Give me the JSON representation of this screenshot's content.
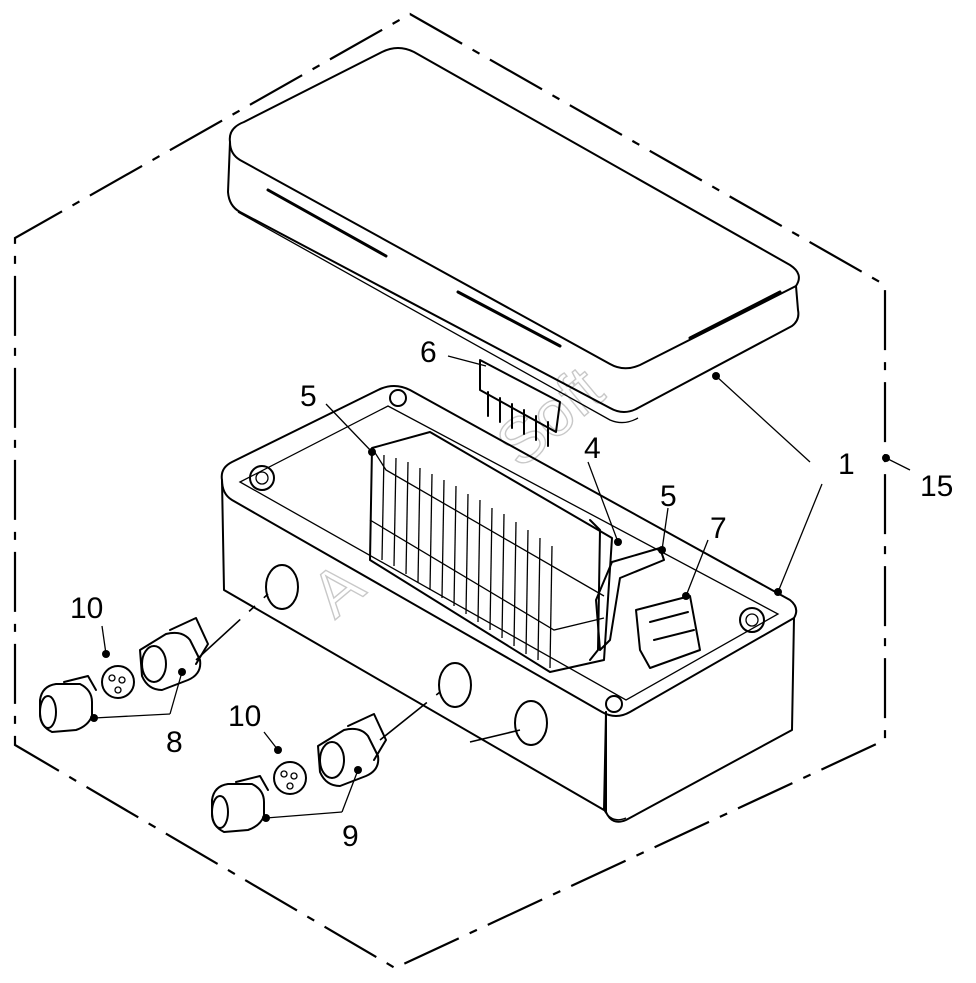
{
  "callouts": {
    "c1": "1",
    "c4": "4",
    "c5a": "5",
    "c5b": "5",
    "c6": "6",
    "c7": "7",
    "c8": "8",
    "c9": "9",
    "c10a": "10",
    "c10b": "10",
    "c15": "15"
  },
  "watermark": "Soft",
  "colors": {
    "line": "#000000",
    "background": "#ffffff",
    "watermark": "#c8c8c8"
  }
}
